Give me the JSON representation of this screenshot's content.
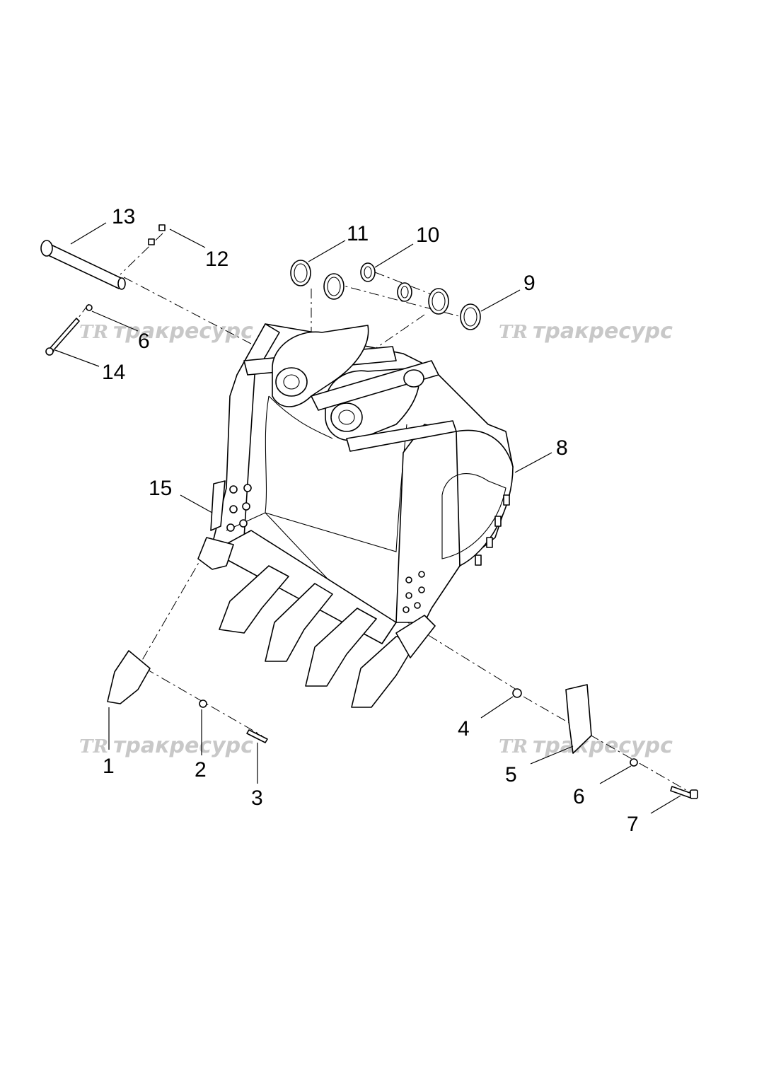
{
  "watermark": {
    "logo": "TR",
    "text": "тракресурс"
  },
  "callouts": [
    {
      "id": "c13",
      "label": "13"
    },
    {
      "id": "c12",
      "label": "12"
    },
    {
      "id": "c11",
      "label": "11"
    },
    {
      "id": "c10",
      "label": "10"
    },
    {
      "id": "c9",
      "label": "9"
    },
    {
      "id": "c6a",
      "label": "6"
    },
    {
      "id": "c14",
      "label": "14"
    },
    {
      "id": "c8",
      "label": "8"
    },
    {
      "id": "c15",
      "label": "15"
    },
    {
      "id": "c1",
      "label": "1"
    },
    {
      "id": "c2",
      "label": "2"
    },
    {
      "id": "c3",
      "label": "3"
    },
    {
      "id": "c4",
      "label": "4"
    },
    {
      "id": "c5",
      "label": "5"
    },
    {
      "id": "c6b",
      "label": "6"
    },
    {
      "id": "c7",
      "label": "7"
    }
  ]
}
